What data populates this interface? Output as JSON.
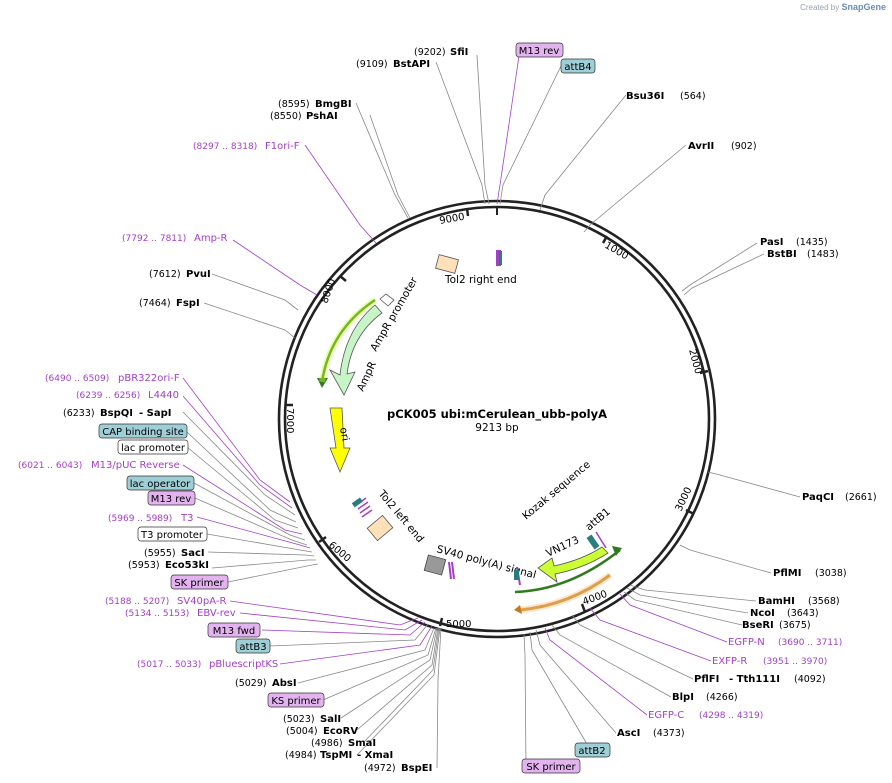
{
  "credit": {
    "prefix": "Created by",
    "brand": "SnapGene"
  },
  "plasmid": {
    "name": "pCK005 ubi:mCerulean_ubb-polyA",
    "size_label": "9213 bp",
    "length": 9213
  },
  "ticks": [
    {
      "pos": 1000,
      "label": "1000"
    },
    {
      "pos": 2000,
      "label": "2000"
    },
    {
      "pos": 3000,
      "label": "3000"
    },
    {
      "pos": 4000,
      "label": "4000"
    },
    {
      "pos": 5000,
      "label": "5000"
    },
    {
      "pos": 6000,
      "label": "6000"
    },
    {
      "pos": 7000,
      "label": "7000"
    },
    {
      "pos": 8000,
      "label": "8000"
    },
    {
      "pos": 9000,
      "label": "9000"
    }
  ],
  "sites": [
    {
      "name": "SfiI",
      "pos_label": "(9202)",
      "type": "enzyme"
    },
    {
      "name": "BstAPI",
      "pos_label": "(9109)",
      "type": "enzyme"
    },
    {
      "name": "M13 rev",
      "type": "primer-box"
    },
    {
      "name": "attB4",
      "type": "feature-box"
    },
    {
      "name": "Bsu36I",
      "pos_label": "(564)",
      "type": "enzyme"
    },
    {
      "name": "AvrII",
      "pos_label": "(902)",
      "type": "enzyme"
    },
    {
      "name": "BmgBI",
      "pos_label": "(8595)",
      "type": "enzyme"
    },
    {
      "name": "PshAI",
      "pos_label": "(8550)",
      "type": "enzyme"
    },
    {
      "name": "F1ori-F",
      "pos_label": "(8297 .. 8318)",
      "type": "primer"
    },
    {
      "name": "PasI",
      "pos_label": "(1435)",
      "type": "enzyme"
    },
    {
      "name": "BstBI",
      "pos_label": "(1483)",
      "type": "enzyme"
    },
    {
      "name": "Amp-R",
      "pos_label": "(7792 .. 7811)",
      "type": "primer"
    },
    {
      "name": "PvuI",
      "pos_label": "(7612)",
      "type": "enzyme"
    },
    {
      "name": "FspI",
      "pos_label": "(7464)",
      "type": "enzyme"
    },
    {
      "name": "pBR322ori-F",
      "pos_label": "(6490 .. 6509)",
      "type": "primer"
    },
    {
      "name": "L4440",
      "pos_label": "(6239 .. 6256)",
      "type": "primer"
    },
    {
      "name": "BspQI",
      "pos_label": "(6233)",
      "type": "enzyme",
      "suffix": " - SapI"
    },
    {
      "name": "CAP binding site",
      "type": "feature-box"
    },
    {
      "name": "lac promoter",
      "type": "white-box"
    },
    {
      "name": "M13/pUC Reverse",
      "pos_label": "(6021 .. 6043)",
      "type": "primer"
    },
    {
      "name": "lac operator",
      "type": "feature-box"
    },
    {
      "name": "M13 rev",
      "type": "primer-box"
    },
    {
      "name": "T3",
      "pos_label": "(5969 .. 5989)",
      "type": "primer"
    },
    {
      "name": "T3 promoter",
      "type": "white-box"
    },
    {
      "name": "SacI",
      "pos_label": "(5955)",
      "type": "enzyme"
    },
    {
      "name": "Eco53kI",
      "pos_label": "(5953)",
      "type": "enzyme"
    },
    {
      "name": "SK primer",
      "type": "primer-box"
    },
    {
      "name": "SV40pA-R",
      "pos_label": "(5188 .. 5207)",
      "type": "primer"
    },
    {
      "name": "EBV-rev",
      "pos_label": "(5134 .. 5153)",
      "type": "primer"
    },
    {
      "name": "M13 fwd",
      "type": "primer-box"
    },
    {
      "name": "attB3",
      "type": "feature-box"
    },
    {
      "name": "pBluescriptKS",
      "pos_label": "(5017 .. 5033)",
      "type": "primer"
    },
    {
      "name": "AbsI",
      "pos_label": "(5029)",
      "type": "enzyme"
    },
    {
      "name": "KS primer",
      "type": "primer-box"
    },
    {
      "name": "SalI",
      "pos_label": "(5023)",
      "type": "enzyme"
    },
    {
      "name": "EcoRV",
      "pos_label": "(5004)",
      "type": "enzyme"
    },
    {
      "name": "SmaI",
      "pos_label": "(4986)",
      "type": "enzyme"
    },
    {
      "name": "TspMI",
      "pos_label": "(4984)",
      "type": "enzyme",
      "suffix": " - XmaI"
    },
    {
      "name": "BspEI",
      "pos_label": "(4972)",
      "type": "enzyme"
    },
    {
      "name": "PaqCI",
      "pos_label": "(2661)",
      "type": "enzyme"
    },
    {
      "name": "PflMI",
      "pos_label": "(3038)",
      "type": "enzyme"
    },
    {
      "name": "BamHI",
      "pos_label": "(3568)",
      "type": "enzyme"
    },
    {
      "name": "NcoI",
      "pos_label": "(3643)",
      "type": "enzyme"
    },
    {
      "name": "BseRI",
      "pos_label": "(3675)",
      "type": "enzyme"
    },
    {
      "name": "EGFP-N",
      "pos_label": "(3690 .. 3711)",
      "type": "primer"
    },
    {
      "name": "EXFP-R",
      "pos_label": "(3951 .. 3970)",
      "type": "primer"
    },
    {
      "name": "PflFI",
      "pos_label": "(4092)",
      "type": "enzyme",
      "prefix": "- Tth111I"
    },
    {
      "name": "BlpI",
      "pos_label": "(4266)",
      "type": "enzyme"
    },
    {
      "name": "EGFP-C",
      "pos_label": "(4298 .. 4319)",
      "type": "primer"
    },
    {
      "name": "AscI",
      "pos_label": "(4373)",
      "type": "enzyme"
    },
    {
      "name": "attB2",
      "type": "feature-box"
    },
    {
      "name": "SK primer",
      "type": "primer-box"
    }
  ],
  "features": [
    {
      "name": "Tol2 right end"
    },
    {
      "name": "AmpR promoter"
    },
    {
      "name": "AmpR"
    },
    {
      "name": "ori"
    },
    {
      "name": "Tol2 left end"
    },
    {
      "name": "SV40 poly(A) signal"
    },
    {
      "name": "Kozak sequence"
    },
    {
      "name": "VN173"
    },
    {
      "name": "attB1"
    }
  ],
  "colors": {
    "backbone": "#222222",
    "primer": "#a13fc5",
    "primer_box_fill": "#e3b3f0",
    "feature_box_fill": "#9fcfd6",
    "ampr_fill": "#c8f5c8",
    "ori_fill": "#ffff00",
    "vn173_fill": "#ccff33",
    "tol2_fill": "#ffe0b8",
    "leader_line": "#888888"
  }
}
